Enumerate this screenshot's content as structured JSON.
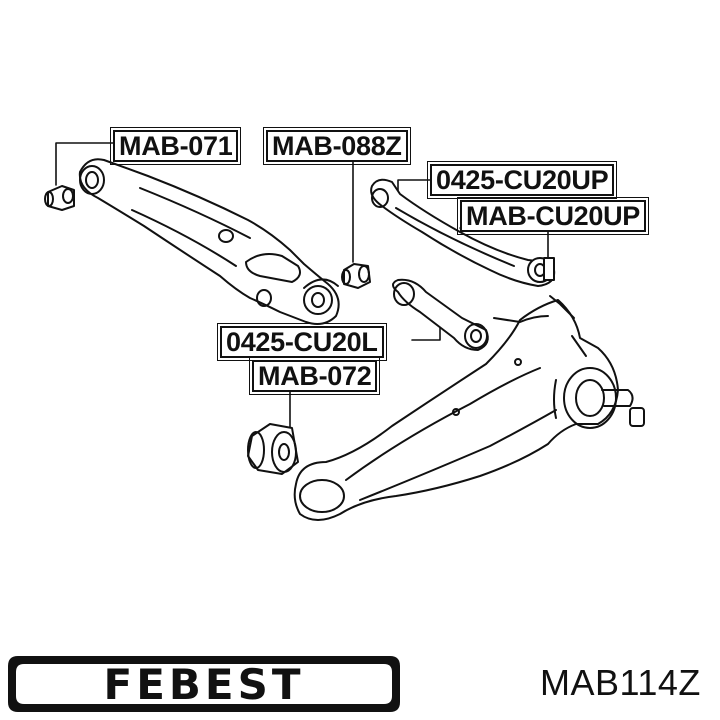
{
  "callouts": {
    "mab_071": "MAB-071",
    "mab_088z": "MAB-088Z",
    "cu20up_0425": "0425-CU20UP",
    "mab_cu20up": "MAB-CU20UP",
    "cu20l_0425": "0425-CU20L",
    "mab_072": "MAB-072"
  },
  "brand": {
    "name": "FEBEST",
    "logo_icon": "febest-logo-icon"
  },
  "part_number": "MAB114Z",
  "colors": {
    "ink": "#111111",
    "paper": "#ffffff"
  }
}
